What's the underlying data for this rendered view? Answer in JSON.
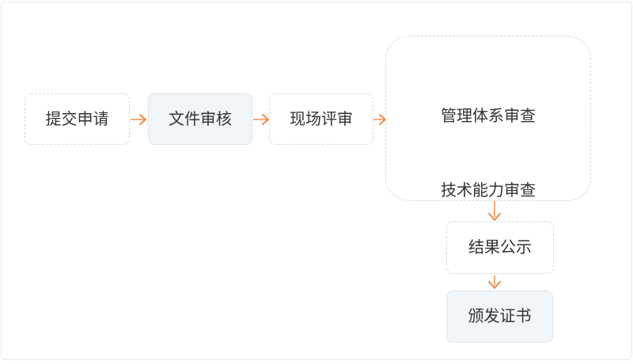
{
  "colors": {
    "page_border": "#e7e7f1",
    "node_border": "#d9d9d9",
    "node_fill_plain": "#ffffff",
    "node_fill_tint": "#f0f5fa",
    "arrow_line": "#f7a873",
    "arrow_head": "#ee8a42",
    "text": "#333333"
  },
  "flow": {
    "steps": {
      "submit": "提交申请",
      "doc_review": "文件审核",
      "onsite": "现场评审",
      "audit_top": "管理体系审查",
      "audit_bottom": "技术能力审查",
      "result": "结果公示",
      "certificate": "颁发证书"
    }
  }
}
